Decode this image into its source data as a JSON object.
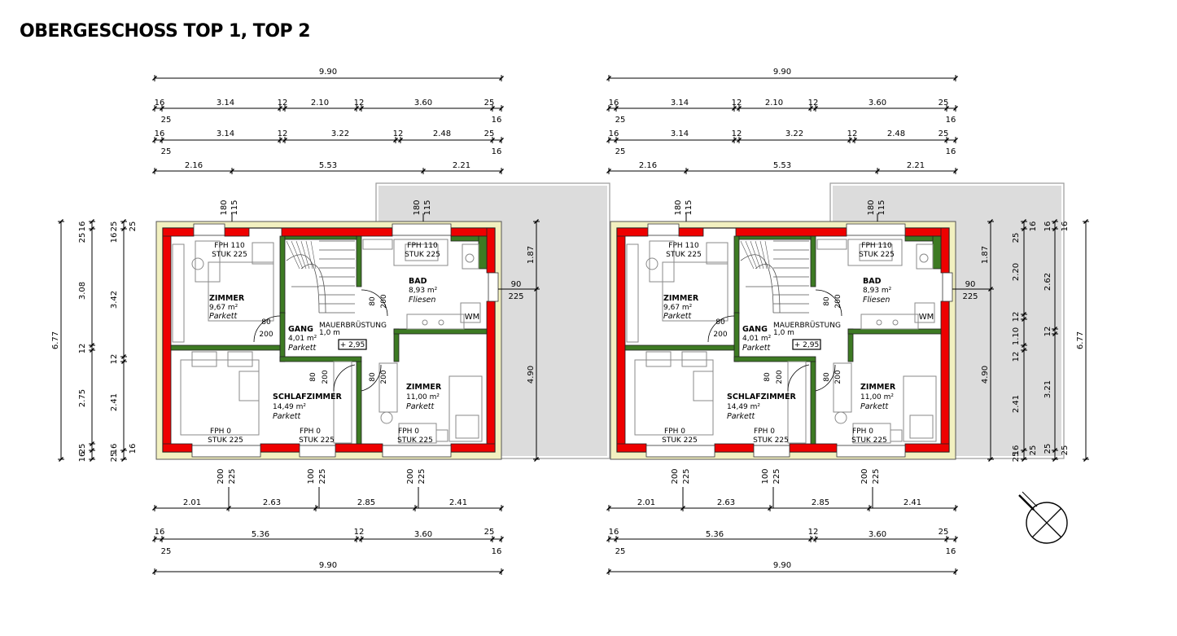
{
  "title": "OBERGESCHOSS TOP 1, TOP 2",
  "colors": {
    "wall_ext": "#ee0000",
    "wall_int": "#3d7a23",
    "insulation": "#f2f0c0",
    "terrace": "#dcdcdc",
    "furniture": "#8a8a8a"
  },
  "dims_top": {
    "total": "9.90",
    "row1": [
      "16",
      "3.14",
      "12",
      "2.10",
      "12",
      "3.60",
      "25"
    ],
    "row1_sub": [
      "25",
      "16"
    ],
    "row2": [
      "16",
      "3.14",
      "12",
      "3.22",
      "12",
      "2.48",
      "25"
    ],
    "row2_sub": [
      "25",
      "16"
    ],
    "row3": [
      "2.16",
      "5.53",
      "2.21"
    ]
  },
  "dims_bottom": {
    "row1": [
      "2.01",
      "2.63",
      "2.85",
      "2.41"
    ],
    "row2": [
      "16",
      "5.36",
      "12",
      "3.60",
      "25"
    ],
    "row2_sub": [
      "25",
      "16"
    ],
    "total": "9.90"
  },
  "dims_left_outer": {
    "total": "6.77",
    "segments": [
      "16",
      "25",
      "3.08",
      "12",
      "2.75",
      "25",
      "16"
    ],
    "segments2": [
      "25",
      "16",
      "3.42",
      "12",
      "2.41",
      "16",
      "25"
    ]
  },
  "dims_right_outer": {
    "total": "6.77",
    "terrace_top": "1.87",
    "terrace_main": "4.90",
    "segs_a": [
      "25",
      "2.20",
      "12",
      "1.10",
      "12",
      "2.41",
      "16",
      "25"
    ],
    "segs_b": [
      "16",
      "2.62",
      "12",
      "3.21",
      "25"
    ],
    "segs_c": [
      "16",
      "25"
    ]
  },
  "openings": {
    "win_top_left": [
      "180",
      "115"
    ],
    "win_top_right": [
      "180",
      "115"
    ],
    "win_bot_1": [
      "200",
      "225"
    ],
    "win_bot_2": [
      "100",
      "225"
    ],
    "win_bot_3": [
      "200",
      "225"
    ],
    "door_right": [
      "90",
      "225"
    ],
    "door_left_a": [
      "80",
      "200"
    ],
    "door_gang": [
      "80",
      "200"
    ],
    "door_zimmer": [
      "80",
      "200"
    ]
  },
  "rooms": [
    {
      "name": "ZIMMER",
      "area": "9,67 m²",
      "floor": "Parkett"
    },
    {
      "name": "GANG",
      "area": "4,01 m²",
      "floor": "Parkett"
    },
    {
      "name": "BAD",
      "area": "8,93 m²",
      "floor": "Fliesen"
    },
    {
      "name": "SCHLAFZIMMER",
      "area": "14,49 m²",
      "floor": "Parkett"
    },
    {
      "name": "ZIMMER",
      "area": "11,00 m²",
      "floor": "Parkett"
    }
  ],
  "notes": {
    "parapet_label": "MAUERBRÜSTUNG",
    "parapet_height": "1,0 m",
    "level": "+ 2,95",
    "wm": "WM",
    "fph_110": "FPH 110",
    "stuk_225": "STUK 225",
    "fph_0": "FPH 0"
  },
  "units": [
    "TOP 1",
    "TOP 2"
  ]
}
